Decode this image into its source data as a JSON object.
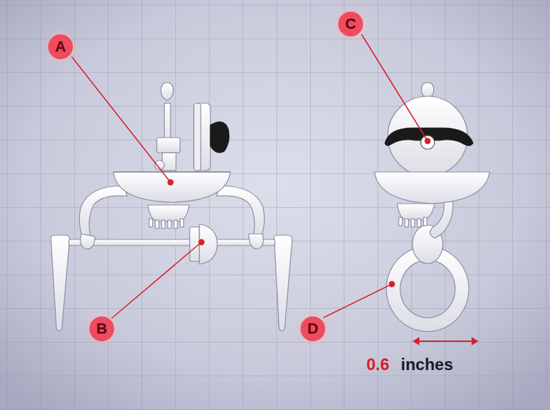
{
  "diagram": {
    "labels": [
      "A",
      "C",
      "B",
      "D",
      "0.6",
      "inches"
    ]
  }
}
